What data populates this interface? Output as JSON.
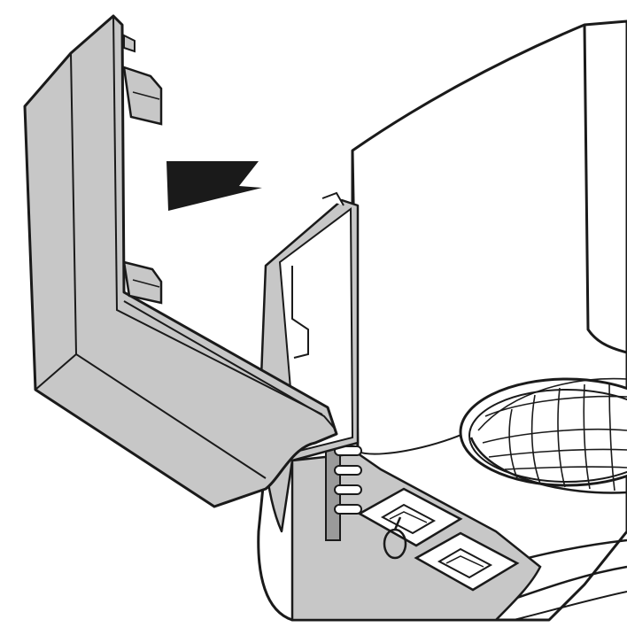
{
  "illustration": {
    "colors": {
      "background": "#ffffff",
      "outline": "#1a1a1a",
      "housing_fill": "#ffffff",
      "panel_fill": "#c7c7c7",
      "panel_dark": "#9a9a9a",
      "arrow_fill": "#1a1a1a"
    },
    "parts": {
      "cover": "grey-angled-cover",
      "arrow": "direction-arrow-left",
      "device": "white-device-housing",
      "window": "globe-display-window",
      "connectors": "two-network-sockets",
      "cable": "cable-loop"
    }
  }
}
